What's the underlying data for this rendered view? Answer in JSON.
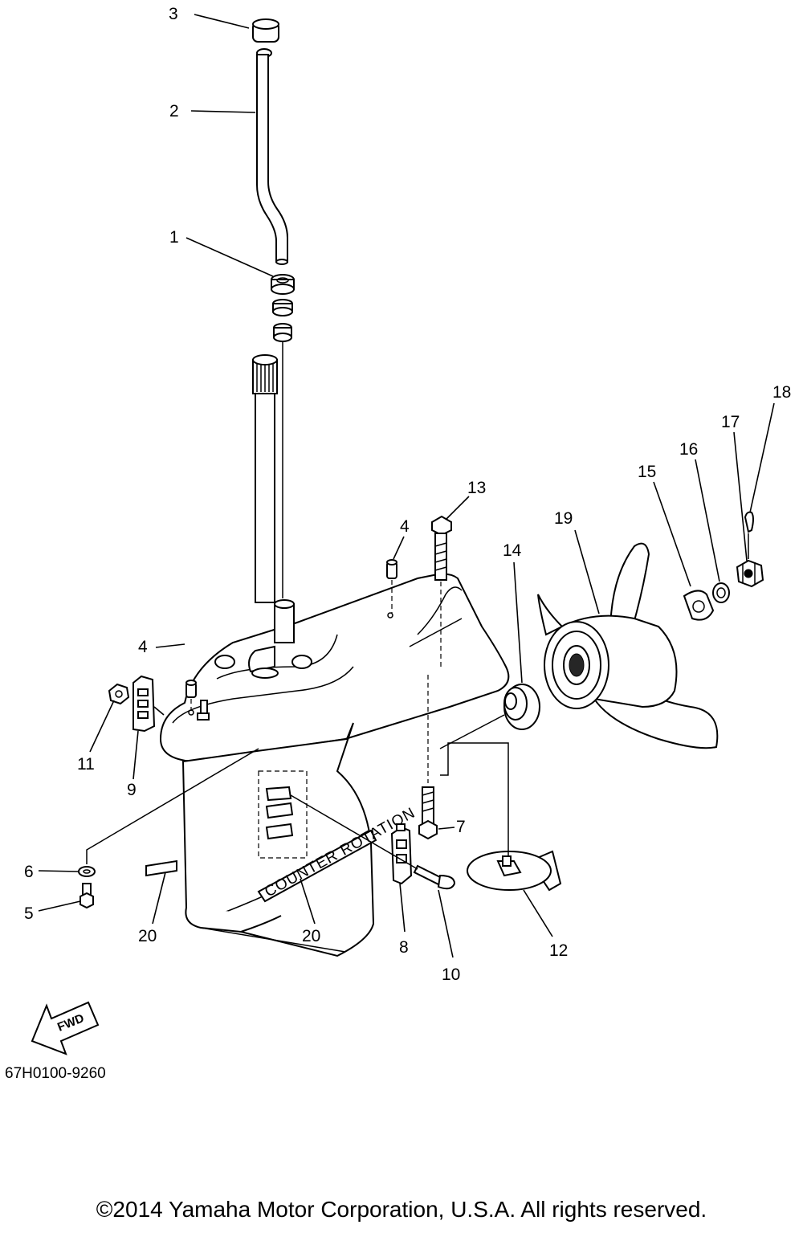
{
  "diagram_code": "67H0100-9260",
  "copyright": "©2014 Yamaha Motor Corporation, U.S.A. All rights reserved.",
  "fwd_label": "FWD",
  "decal_text": "COUNTER ROTATION",
  "callouts": {
    "c1": "1",
    "c2": "2",
    "c3": "3",
    "c4a": "4",
    "c4b": "4",
    "c5": "5",
    "c6": "6",
    "c7": "7",
    "c8": "8",
    "c9": "9",
    "c10": "10",
    "c11": "11",
    "c12": "12",
    "c13": "13",
    "c14": "14",
    "c15": "15",
    "c16": "16",
    "c17": "17",
    "c18": "18",
    "c19": "19",
    "c20a": "20",
    "c20b": "20"
  },
  "icons": [
    "fwd-arrow-icon"
  ]
}
